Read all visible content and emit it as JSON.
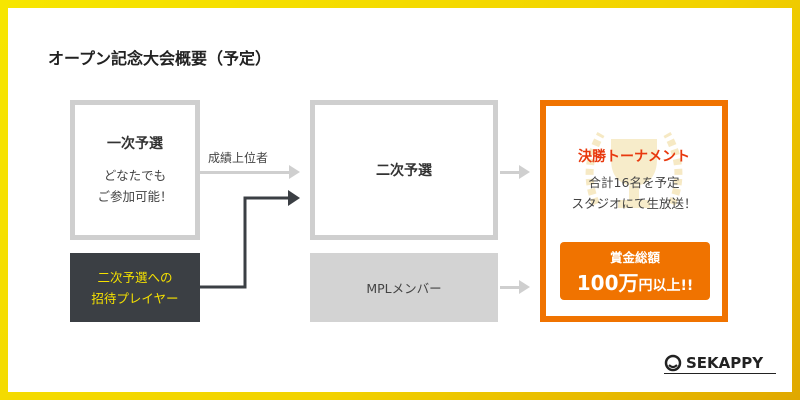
{
  "title": "オープン記念大会概要（予定）",
  "stage1": {
    "title": "一次予選",
    "desc_line1": "どなたでも",
    "desc_line2": "ご参加可能！"
  },
  "invited": {
    "line1": "二次予選への",
    "line2": "招待プレイヤー"
  },
  "arrow_label": "成績上位者",
  "stage2": {
    "title": "二次予選"
  },
  "mpl": {
    "label": "MPLメンバー"
  },
  "final": {
    "title": "決勝トーナメント",
    "desc_line1": "合計16名を予定",
    "desc_line2": "スタジオにて生放送！",
    "prize_label": "賞金総額",
    "prize_amount": "100万",
    "prize_suffix": "円以上!!"
  },
  "logo": {
    "text": "SEKAPPY"
  },
  "colors": {
    "accent": "#f07300",
    "dark": "#3b3f44",
    "invite_text": "#f5e100",
    "final_title": "#e8380d"
  }
}
